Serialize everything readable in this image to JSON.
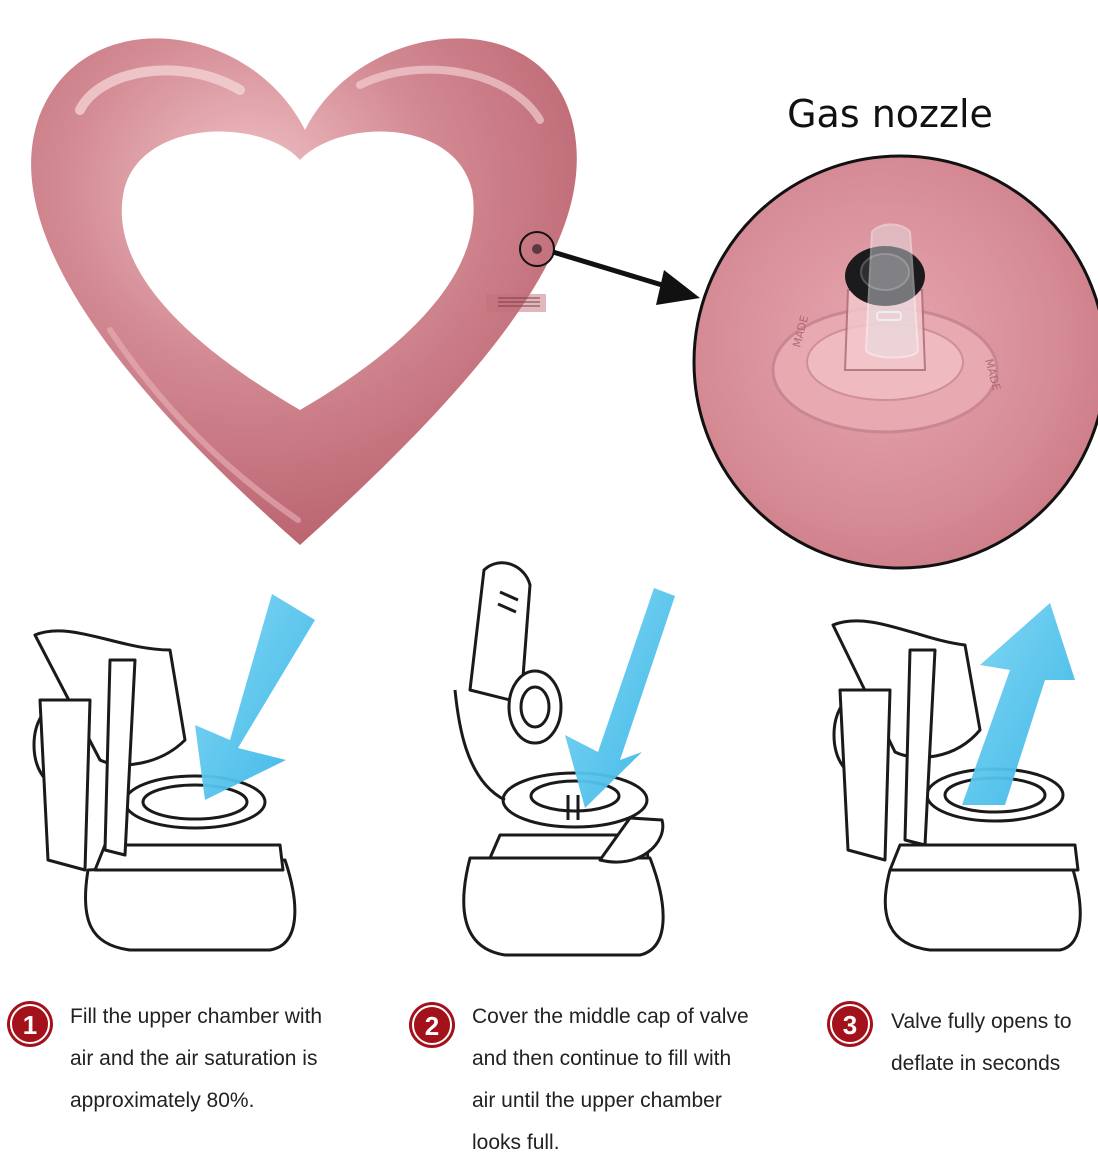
{
  "nozzle": {
    "title": "Gas nozzle"
  },
  "steps": [
    {
      "number": "1",
      "text_lines": [
        "Fill the upper chamber with",
        "air and the air saturation is",
        "approximately 80%."
      ]
    },
    {
      "number": "2",
      "text_lines": [
        "Cover the middle cap of valve",
        "and then continue to fill with",
        "air until the upper chamber",
        "looks full."
      ]
    },
    {
      "number": "3",
      "text_lines": [
        "Valve fully opens to",
        "deflate in seconds"
      ]
    }
  ],
  "colors": {
    "float_pink": "#c87882",
    "float_highlight": "#f0c8cc",
    "arrow_blue": "#46c0ea",
    "badge_red": "#a3121a",
    "outline": "#1a1a1a"
  },
  "icons": {
    "step_arrows": [
      "arrow-down-left-icon",
      "arrow-down-left-icon",
      "arrow-up-right-icon"
    ],
    "connector": "pointer-arrow-icon"
  }
}
